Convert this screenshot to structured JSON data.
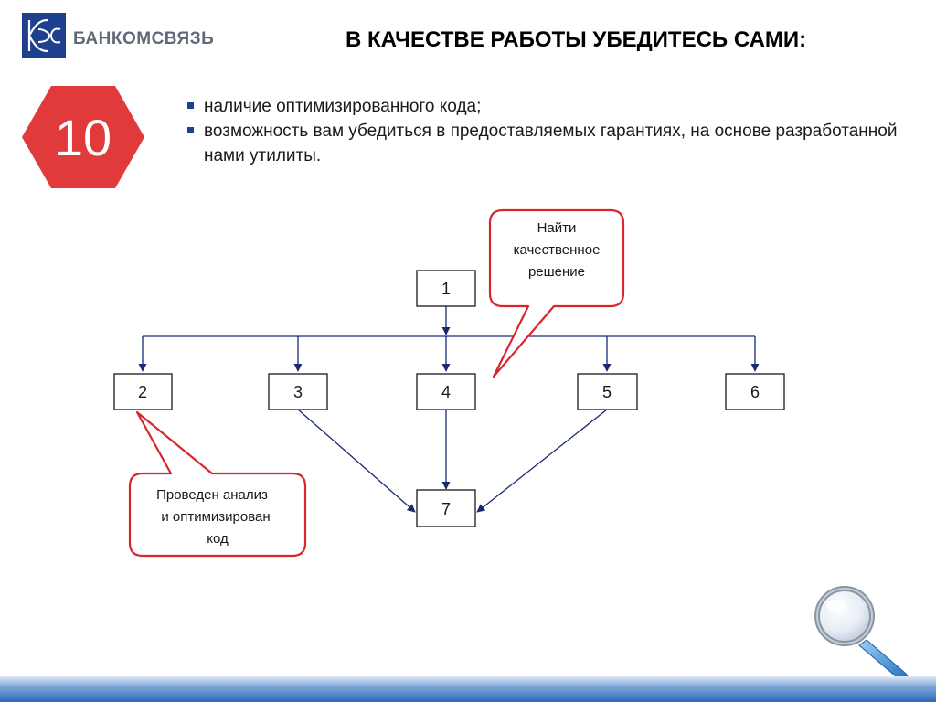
{
  "header": {
    "logo_name": "БАНКОМСВЯЗЬ",
    "logo_mark": "БКС",
    "title": "В КАЧЕСТВЕ РАБОТЫ УБЕДИТЕСЬ САМИ:"
  },
  "slide": {
    "number": "10",
    "number_color": "#e03a3a",
    "bullets": [
      "наличие оптимизированного кода;",
      "возможность вам убедиться в предоставляемых гарантиях, на основе разработанной нами утилиты."
    ]
  },
  "diagram": {
    "nodes": [
      {
        "id": "n1",
        "label": "1"
      },
      {
        "id": "n2",
        "label": "2"
      },
      {
        "id": "n3",
        "label": "3"
      },
      {
        "id": "n4",
        "label": "4"
      },
      {
        "id": "n5",
        "label": "5"
      },
      {
        "id": "n6",
        "label": "6"
      },
      {
        "id": "n7",
        "label": "7"
      }
    ],
    "callout_top": {
      "lines": [
        "Найти",
        "качественное",
        "решение"
      ]
    },
    "callout_bottom": {
      "lines": [
        "Проведен анализ",
        "и оптимизирован",
        "код"
      ]
    },
    "edge_color": "#1a2a6e",
    "callout_color": "#d9262c"
  },
  "icons": {
    "magnifier": "magnifier-icon",
    "bullet": "square-bullet-icon"
  }
}
